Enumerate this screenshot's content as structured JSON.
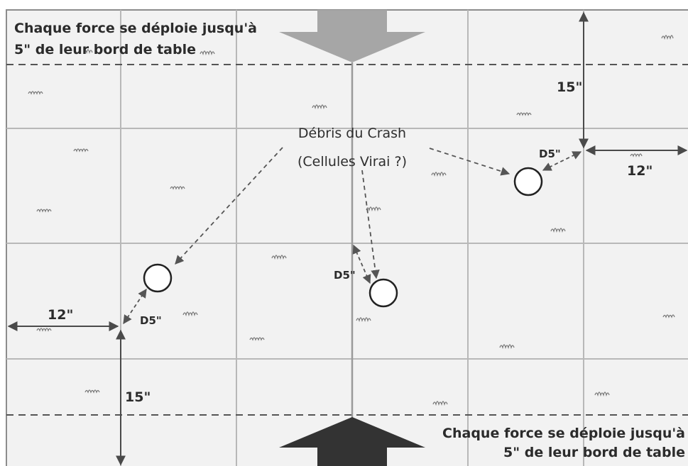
{
  "deployment": {
    "top_line1": "Chaque force se déploie jusqu'à",
    "top_line2": "5\" de leur bord de table",
    "bottom_line1": "Chaque force se déploie jusqu'à",
    "bottom_line2": "5\" de leur bord de table"
  },
  "center_label": {
    "line1": "Débris du Crash",
    "line2": "(Cellules Virai ?)"
  },
  "measurements": {
    "top_right_vertical": "15\"",
    "top_right_horizontal": "12\"",
    "top_right_scatter": "D5\"",
    "middle_scatter": "D5\"",
    "left_scatter": "D5\"",
    "bottom_left_horizontal": "12\"",
    "bottom_left_vertical": "15\""
  },
  "colors": {
    "table_fill": "#f2f2f2",
    "grid_line": "#b8b8b8",
    "top_arrow": "#a6a6a6",
    "bottom_arrow": "#333333",
    "dashed": "#555555"
  }
}
